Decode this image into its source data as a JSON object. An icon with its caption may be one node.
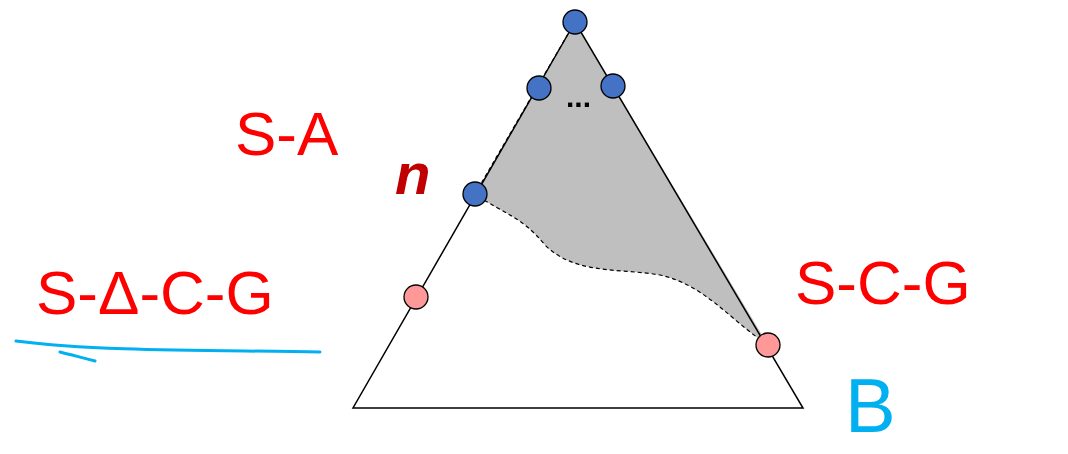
{
  "diagram": {
    "labels": [
      "...",
      "S-A",
      "n",
      "S-Δ-C-G",
      "S-C-G",
      "B"
    ]
  }
}
